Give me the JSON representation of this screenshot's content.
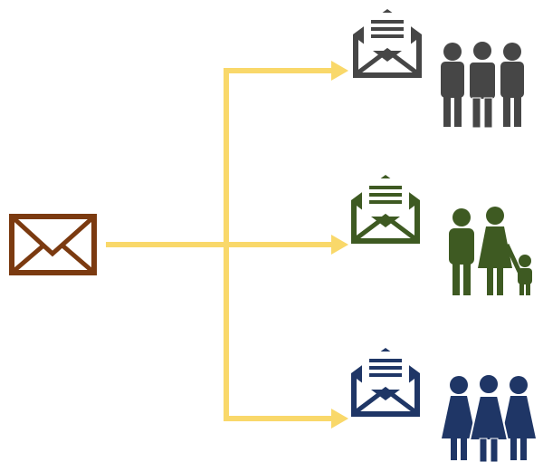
{
  "diagram": {
    "type": "email-distribution",
    "colors": {
      "background": "#ffffff",
      "arrow": "#f9d86a",
      "source_envelope": "#7b3a10",
      "group_1": "#464646",
      "group_2": "#3e5a22",
      "group_3": "#1f3666"
    },
    "source": {
      "icon": "closed-envelope-icon"
    },
    "recipients": [
      {
        "envelope_icon": "open-envelope-with-letter-icon",
        "group_icon": "three-men-icon",
        "color_key": "group_1"
      },
      {
        "envelope_icon": "open-envelope-with-letter-icon",
        "group_icon": "family-icon",
        "color_key": "group_2"
      },
      {
        "envelope_icon": "open-envelope-with-letter-icon",
        "group_icon": "three-women-icon",
        "color_key": "group_3"
      }
    ]
  }
}
